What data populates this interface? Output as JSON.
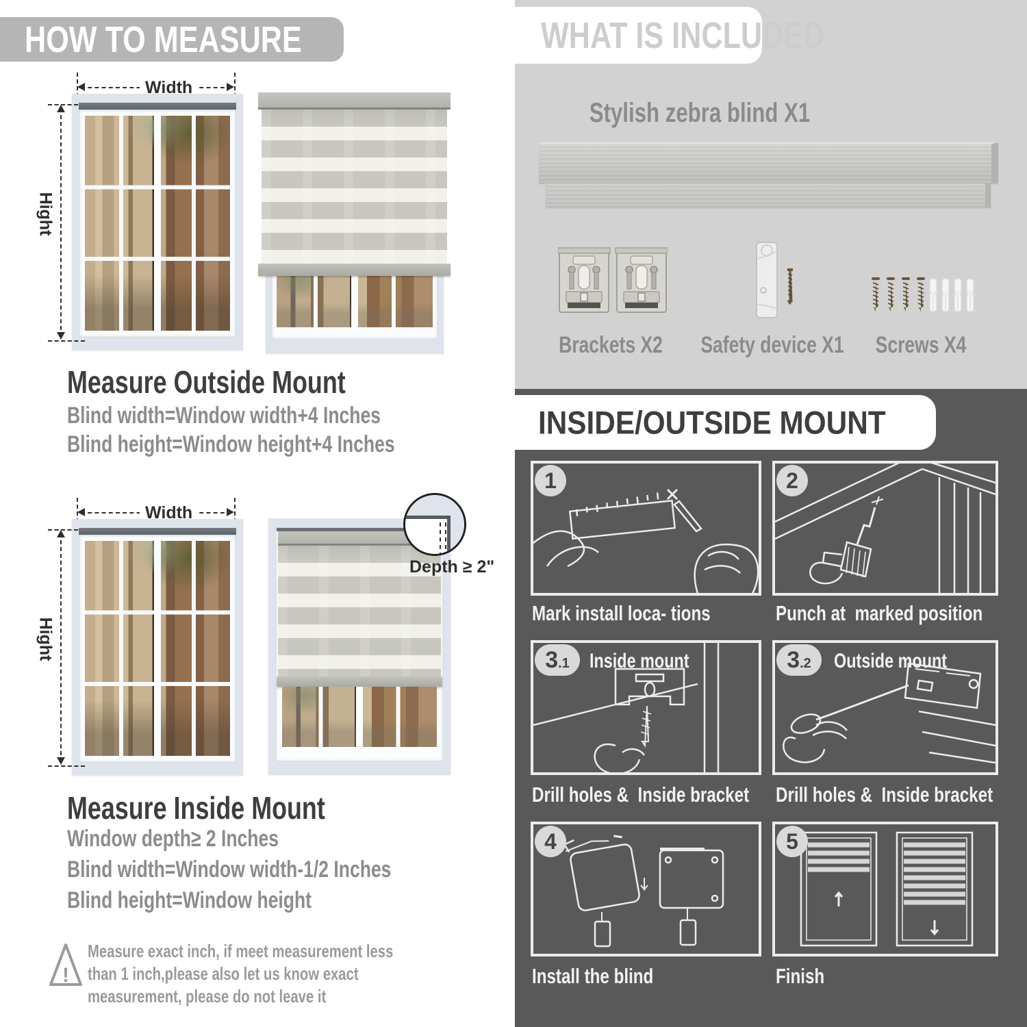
{
  "colors": {
    "light_panel": "#d2d2d2",
    "dark_panel": "#595959",
    "header_gray": "#b5b5b5",
    "heading_text": "#3e3e3e",
    "muted_text": "#8c8c8c"
  },
  "left": {
    "header": "HOW TO MEASURE",
    "figures": {
      "width_label": "Width",
      "height_label": "Hight",
      "depth_label": "Depth ≥ 2\""
    },
    "outside": {
      "title": "Measure Outside Mount",
      "lines": [
        "Blind width=Window width+4 Inches",
        "Blind height=Window height+4 Inches"
      ]
    },
    "inside": {
      "title": "Measure Inside Mount",
      "lines": [
        "Window depth≥ 2 Inches",
        "Blind width=Window width-1/2 Inches",
        "Blind height=Window height"
      ]
    },
    "warning": {
      "mark": "!",
      "lines": [
        "Measure exact inch, if meet measurement less",
        "than 1 inch,please also let us know exact",
        "measurement, please do not leave it"
      ]
    }
  },
  "right": {
    "included": {
      "header": "WHAT IS INCLUDED",
      "product_label": "Stylish zebra blind X1",
      "items": [
        "Brackets X2",
        "Safety device X1",
        "Screws X4"
      ]
    },
    "mount": {
      "header": "INSIDE/OUTSIDE MOUNT",
      "steps": [
        {
          "num": "1",
          "caption": "Mark install loca- tions"
        },
        {
          "num": "2",
          "caption": "Punch at  marked position"
        },
        {
          "num": "3",
          "sub": ".1",
          "label": "Inside mount",
          "caption": "Drill holes &  Inside bracket"
        },
        {
          "num": "3",
          "sub": ".2",
          "label": "Outside mount",
          "caption": "Drill holes &  Inside bracket"
        },
        {
          "num": "4",
          "caption": "Install the blind"
        },
        {
          "num": "5",
          "caption": "Finish"
        }
      ]
    }
  }
}
